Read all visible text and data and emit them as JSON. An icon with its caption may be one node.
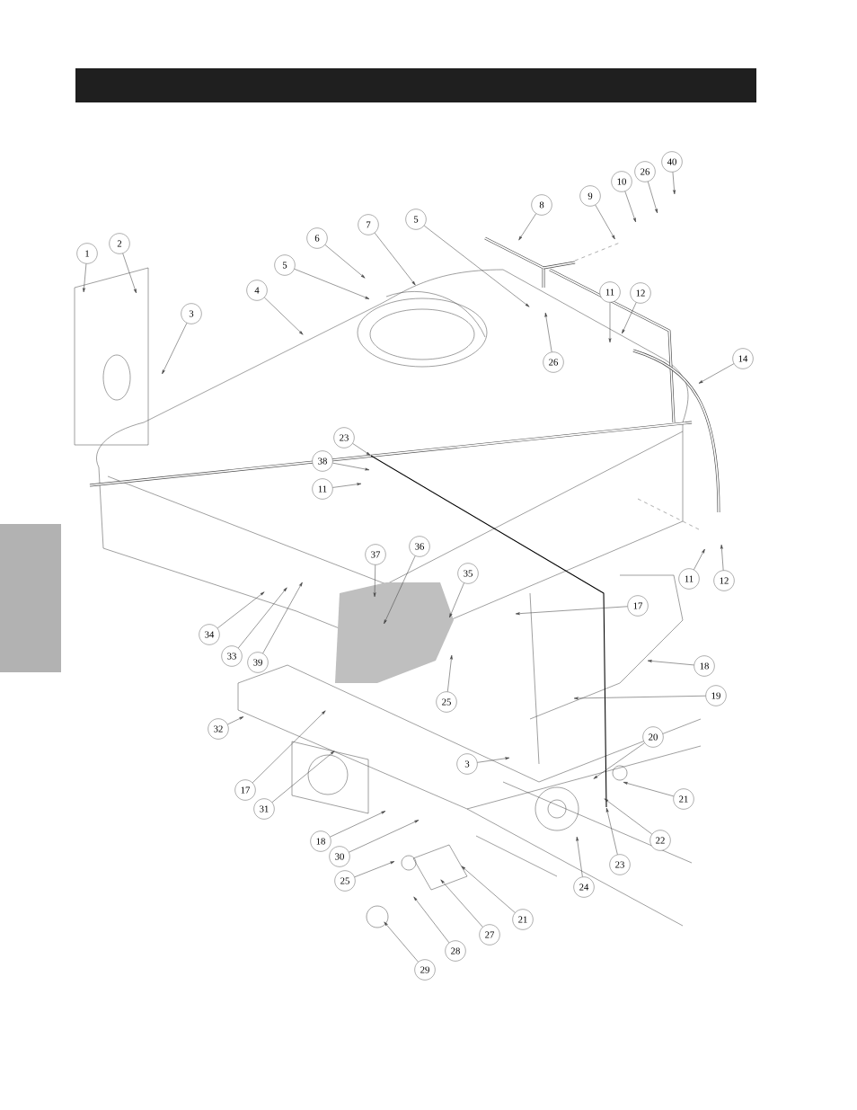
{
  "diagram": {
    "nodes": [
      {
        "text": [
          "1"
        ]
      },
      {
        "text": [
          "2"
        ]
      },
      {
        "text": [
          "40"
        ]
      },
      {
        "text": [
          "26"
        ]
      },
      {
        "text": [
          "10"
        ]
      },
      {
        "text": [
          "9"
        ]
      },
      {
        "text": [
          "8"
        ]
      },
      {
        "text": [
          "5"
        ]
      },
      {
        "text": [
          "7"
        ]
      },
      {
        "text": [
          "6"
        ]
      },
      {
        "text": [
          "5"
        ]
      },
      {
        "text": [
          "4"
        ]
      },
      {
        "text": [
          "3"
        ]
      },
      {
        "text": [
          "11"
        ]
      },
      {
        "text": [
          "12"
        ]
      },
      {
        "text": [
          "14"
        ]
      },
      {
        "text": [
          "26"
        ]
      },
      {
        "text": [
          "23"
        ]
      },
      {
        "text": [
          "38"
        ]
      },
      {
        "text": [
          "11"
        ]
      },
      {
        "text": [
          "37"
        ]
      },
      {
        "text": [
          "36"
        ]
      },
      {
        "text": [
          "35"
        ]
      },
      {
        "text": [
          "11"
        ]
      },
      {
        "text": [
          "12"
        ]
      },
      {
        "text": [
          "17"
        ]
      },
      {
        "text": [
          "34"
        ]
      },
      {
        "text": [
          "33"
        ]
      },
      {
        "text": [
          "39"
        ]
      },
      {
        "text": [
          "18"
        ]
      },
      {
        "text": [
          "19"
        ]
      },
      {
        "text": [
          "25"
        ]
      },
      {
        "text": [
          "32"
        ]
      },
      {
        "text": [
          "20"
        ]
      },
      {
        "text": [
          "3"
        ]
      },
      {
        "text": [
          "17"
        ]
      },
      {
        "text": [
          "21"
        ]
      },
      {
        "text": [
          "31"
        ]
      },
      {
        "text": [
          "22"
        ]
      },
      {
        "text": [
          "18"
        ]
      },
      {
        "text": [
          "23"
        ]
      },
      {
        "text": [
          "24"
        ]
      },
      {
        "text": [
          "30"
        ]
      },
      {
        "text": [
          "25"
        ]
      },
      {
        "text": [
          "21"
        ]
      },
      {
        "text": [
          "27"
        ]
      },
      {
        "text": [
          "28"
        ]
      },
      {
        "text": [
          "29"
        ]
      },
      {
        "text": [],
        "shape": "bar"
      },
      {
        "text": [],
        "shape": "bar"
      }
    ],
    "edges": [
      {
        "from": 0,
        "to": null,
        "arrow": "to"
      },
      {
        "from": 1,
        "to": null,
        "arrow": "to"
      },
      {
        "from": 2,
        "to": null,
        "arrow": "to"
      },
      {
        "from": 3,
        "to": null,
        "arrow": "to"
      },
      {
        "from": 4,
        "to": null,
        "arrow": "to"
      },
      {
        "from": 5,
        "to": null,
        "arrow": "to"
      },
      {
        "from": 6,
        "to": null,
        "arrow": "to"
      },
      {
        "from": 7,
        "to": null,
        "arrow": "to"
      },
      {
        "from": 8,
        "to": null,
        "arrow": "to"
      },
      {
        "from": 9,
        "to": null,
        "arrow": "to"
      },
      {
        "from": 10,
        "to": null,
        "arrow": "to"
      },
      {
        "from": 11,
        "to": null,
        "arrow": "to"
      },
      {
        "from": 12,
        "to": null,
        "arrow": "to"
      },
      {
        "from": 13,
        "to": null,
        "arrow": "to"
      },
      {
        "from": 14,
        "to": null,
        "arrow": "to"
      },
      {
        "from": 15,
        "to": null,
        "arrow": "to"
      },
      {
        "from": 16,
        "to": null,
        "arrow": "to"
      },
      {
        "from": 17,
        "to": null,
        "arrow": "to"
      },
      {
        "from": 18,
        "to": null,
        "arrow": "to"
      },
      {
        "from": 19,
        "to": null,
        "arrow": "to"
      },
      {
        "from": 20,
        "to": null,
        "arrow": "to"
      },
      {
        "from": 21,
        "to": null,
        "arrow": "to"
      },
      {
        "from": 22,
        "to": null,
        "arrow": "to"
      },
      {
        "from": 23,
        "to": null,
        "arrow": "to"
      },
      {
        "from": 24,
        "to": null,
        "arrow": "to"
      },
      {
        "from": 25,
        "to": null,
        "arrow": "to"
      },
      {
        "from": 26,
        "to": null,
        "arrow": "to"
      },
      {
        "from": 27,
        "to": null,
        "arrow": "to"
      },
      {
        "from": 28,
        "to": null,
        "arrow": "to"
      },
      {
        "from": 29,
        "to": null,
        "arrow": "to"
      },
      {
        "from": 30,
        "to": null,
        "arrow": "to"
      },
      {
        "from": 31,
        "to": null,
        "arrow": "to"
      },
      {
        "from": 32,
        "to": null,
        "arrow": "to"
      },
      {
        "from": 33,
        "to": null,
        "arrow": "to"
      },
      {
        "from": 34,
        "to": null,
        "arrow": "to"
      },
      {
        "from": 35,
        "to": null,
        "arrow": "to"
      },
      {
        "from": 36,
        "to": null,
        "arrow": "to"
      },
      {
        "from": 37,
        "to": null,
        "arrow": "to"
      },
      {
        "from": 38,
        "to": null,
        "arrow": "to"
      },
      {
        "from": 39,
        "to": null,
        "arrow": "to"
      },
      {
        "from": 40,
        "to": null,
        "arrow": "to"
      },
      {
        "from": 41,
        "to": null,
        "arrow": "to"
      },
      {
        "from": 42,
        "to": null,
        "arrow": "to"
      },
      {
        "from": 43,
        "to": null,
        "arrow": "to"
      },
      {
        "from": 44,
        "to": null,
        "arrow": "to"
      },
      {
        "from": 45,
        "to": null,
        "arrow": "to"
      },
      {
        "from": 46,
        "to": null,
        "arrow": "to"
      },
      {
        "from": 47,
        "to": null,
        "arrow": "to"
      }
    ]
  }
}
